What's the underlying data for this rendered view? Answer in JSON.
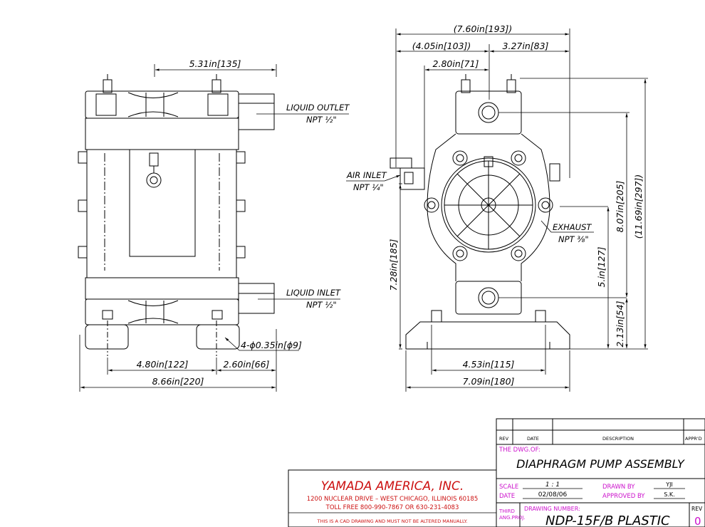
{
  "dimensions": {
    "top_overall": "(7.60in[193])",
    "top_left": "(4.05in[103])",
    "top_right": "3.27in[83]",
    "port_offset": "2.80in[71]",
    "side_top": "5.31in[135]",
    "side_bottom_left": "4.80in[122]",
    "side_bottom_right": "2.60in[66]",
    "side_overall": "8.66in[220]",
    "hole_callout": "4-ϕ0.35in[ϕ9]",
    "front_base_inner": "4.53in[115]",
    "front_base_overall": "7.09in[180]",
    "height_left": "7.28in[185]",
    "height_exhaust": "5.in[127]",
    "height_outlet": "8.07in[205]",
    "height_overall": "(11.69in[297])",
    "height_inlet": "2.13in[54]"
  },
  "labels": {
    "liquid_outlet": "LIQUID OUTLET",
    "liquid_outlet_npt": "NPT ½\"",
    "liquid_inlet": "LIQUID INLET",
    "liquid_inlet_npt": "NPT ½\"",
    "air_inlet": "AIR INLET",
    "air_inlet_npt": "NPT ¼\"",
    "exhaust": "EXHAUST",
    "exhaust_npt": "NPT ⅜\""
  },
  "company": {
    "name": "YAMADA AMERICA, INC.",
    "address": "1200 NUCLEAR DRIVE – WEST CHICAGO, ILLINOIS 60185",
    "phone": "TOLL FREE 800-990-7867 OR 630-231-4083",
    "notice": "THIS IS A CAD DRAWING AND MUST NOT BE ALTERED MANUALLY."
  },
  "title_block": {
    "rev_header": "REV",
    "date_header": "DATE",
    "description_header": "DESCRIPTION",
    "appr_header": "APPR'D",
    "dwg_of_label": "THE DWG.OF:",
    "dwg_title": "DIAPHRAGM PUMP ASSEMBLY",
    "scale_label": "SCALE",
    "scale_value": "1 : 1",
    "date_label": "DATE",
    "date_value": "02/08/06",
    "drawn_by_label": "DRAWN BY",
    "drawn_by_value": "YJI",
    "approved_by_label": "APPROVED BY",
    "approved_by_value": "S.K.",
    "projection_line1": "THIRD",
    "projection_line2": "ANG.PROJ.",
    "drawing_number_label": "DRAWING NUMBER:",
    "drawing_number": "NDP-15F/B PLASTIC",
    "rev_label": "REV",
    "rev_value": "0"
  },
  "colors": {
    "line": "#000000",
    "company_red": "#cc1111",
    "title_magenta": "#cc11cc"
  }
}
